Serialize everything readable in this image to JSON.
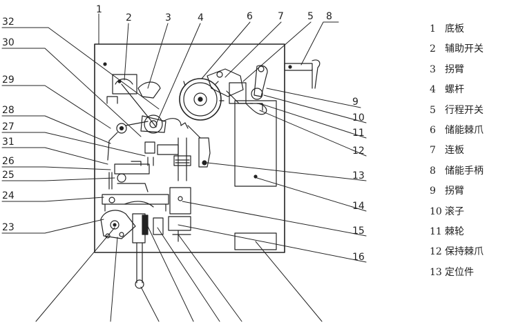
{
  "callouts": [
    "32",
    "30",
    "29",
    "28",
    "27",
    "31",
    "26",
    "25",
    "24",
    "23",
    "1",
    "2",
    "3",
    "4",
    "6",
    "7",
    "5",
    "8",
    "9",
    "10",
    "11",
    "12",
    "13",
    "14",
    "15",
    "16"
  ],
  "legend": [
    {
      "num": "1",
      "text": "底板"
    },
    {
      "num": "2",
      "text": "辅助开关"
    },
    {
      "num": "3",
      "text": "拐臂"
    },
    {
      "num": "4",
      "text": "螺杆"
    },
    {
      "num": "5",
      "text": "行程开关"
    },
    {
      "num": "6",
      "text": "储能棘爪"
    },
    {
      "num": "7",
      "text": "连板"
    },
    {
      "num": "8",
      "text": "储能手柄"
    },
    {
      "num": "9",
      "text": "拐臂"
    },
    {
      "num": "10",
      "text": "滚子"
    },
    {
      "num": "11",
      "text": "棘轮"
    },
    {
      "num": "12",
      "text": "保持棘爪"
    },
    {
      "num": "13",
      "text": "定位件"
    }
  ]
}
